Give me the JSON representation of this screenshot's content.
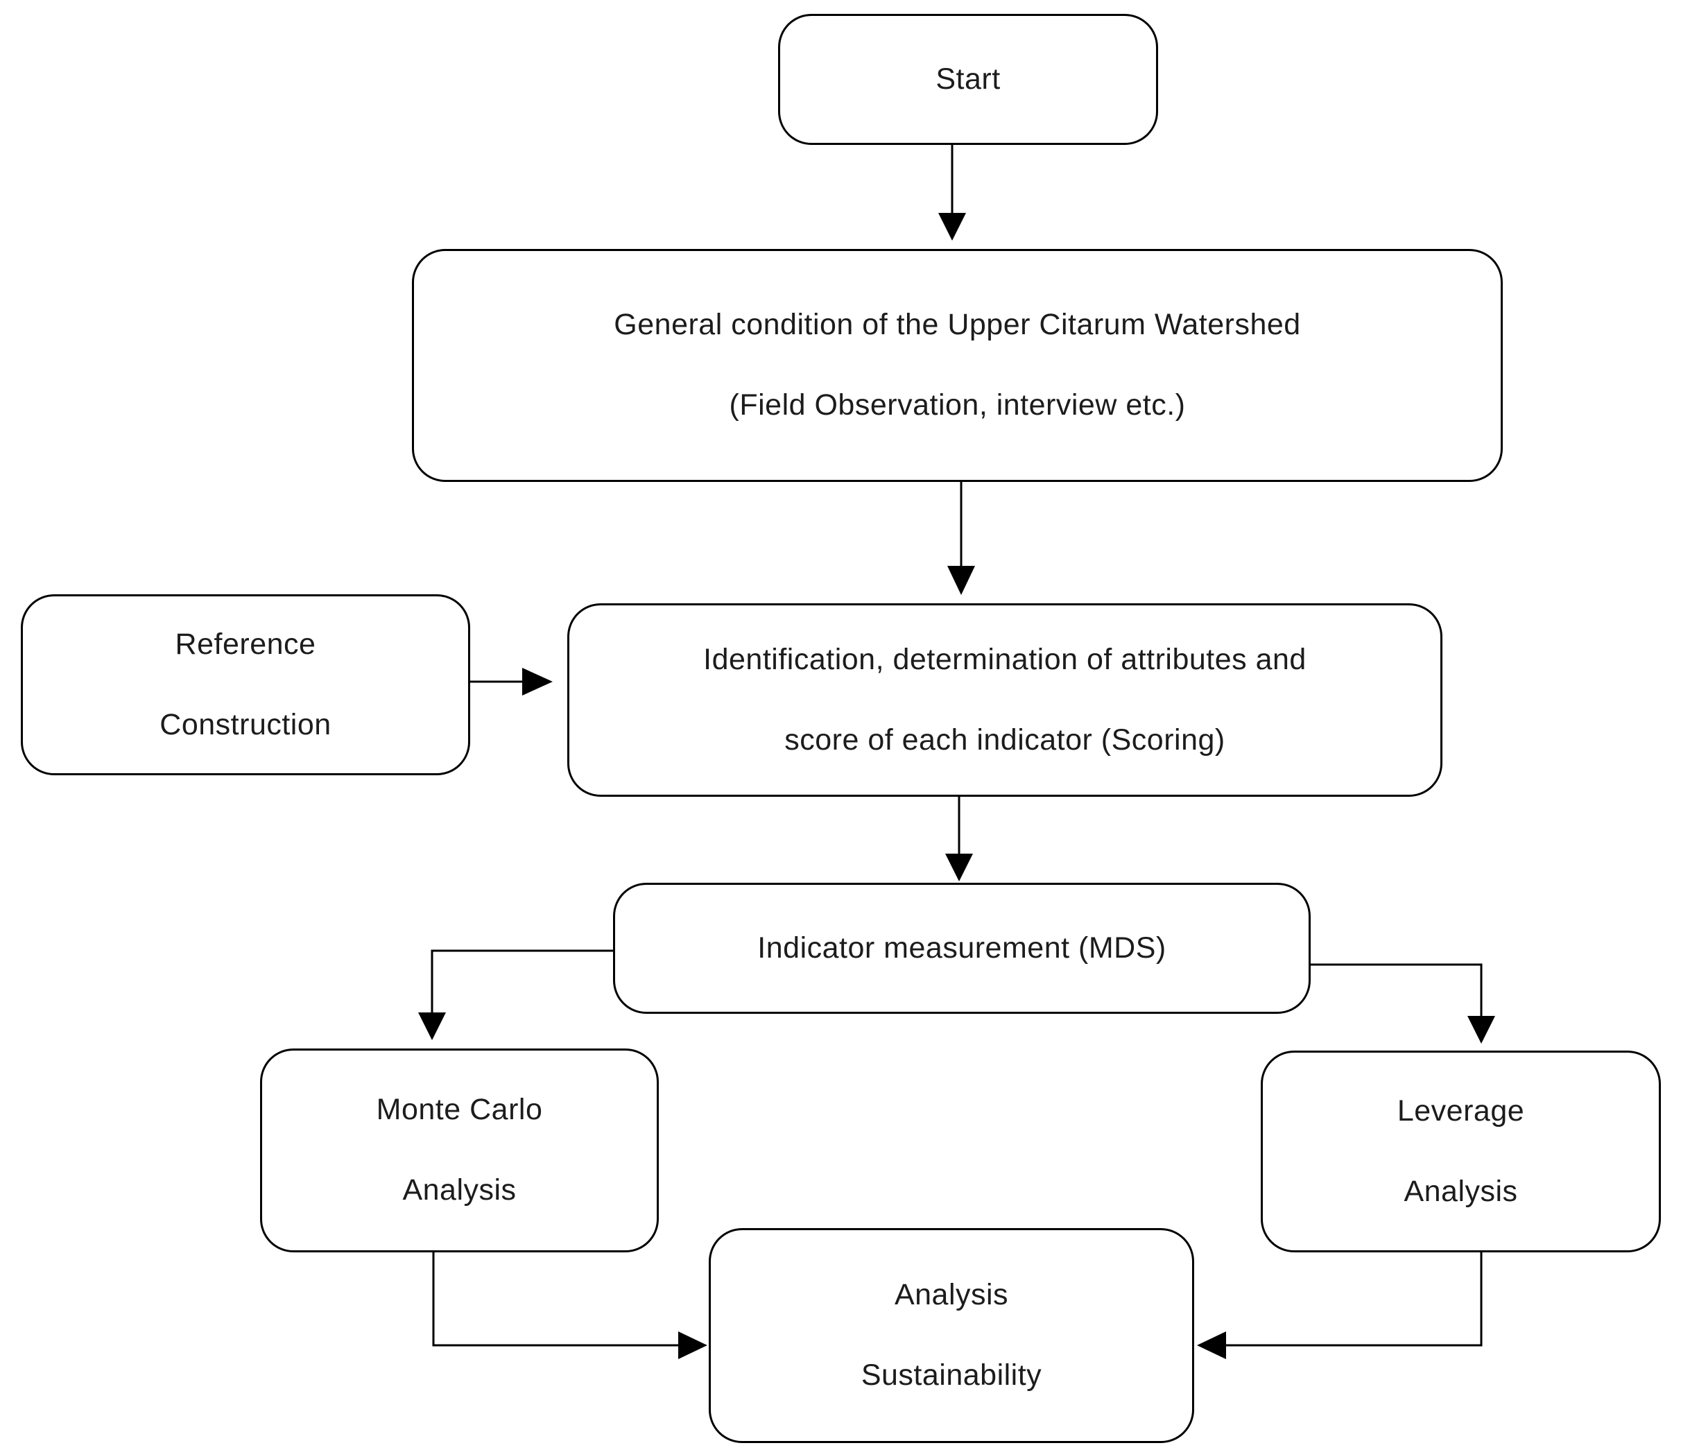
{
  "diagram": {
    "background_color": "#ffffff",
    "stroke_color": "#000000",
    "text_color": "#1c1c1c",
    "nodes": [
      {
        "id": "start",
        "lines": [
          "Start"
        ]
      },
      {
        "id": "general",
        "lines": [
          "General condition of the Upper Citarum Watershed",
          "(Field Observation, interview etc.)"
        ]
      },
      {
        "id": "reference",
        "lines": [
          "Reference",
          "Construction"
        ]
      },
      {
        "id": "identification",
        "lines": [
          "Identification, determination of attributes and",
          "score of each indicator (Scoring)"
        ]
      },
      {
        "id": "mds",
        "lines": [
          "Indicator measurement (MDS)"
        ]
      },
      {
        "id": "monte-carlo",
        "lines": [
          "Monte Carlo",
          "Analysis"
        ]
      },
      {
        "id": "leverage",
        "lines": [
          "Leverage",
          "Analysis"
        ]
      },
      {
        "id": "sustainability",
        "lines": [
          "Analysis",
          "Sustainability"
        ]
      }
    ],
    "edges": [
      {
        "from": "start",
        "to": "general"
      },
      {
        "from": "general",
        "to": "identification"
      },
      {
        "from": "reference",
        "to": "identification"
      },
      {
        "from": "identification",
        "to": "mds"
      },
      {
        "from": "mds",
        "to": "monte-carlo"
      },
      {
        "from": "mds",
        "to": "leverage"
      },
      {
        "from": "monte-carlo",
        "to": "sustainability"
      },
      {
        "from": "leverage",
        "to": "sustainability"
      }
    ]
  }
}
